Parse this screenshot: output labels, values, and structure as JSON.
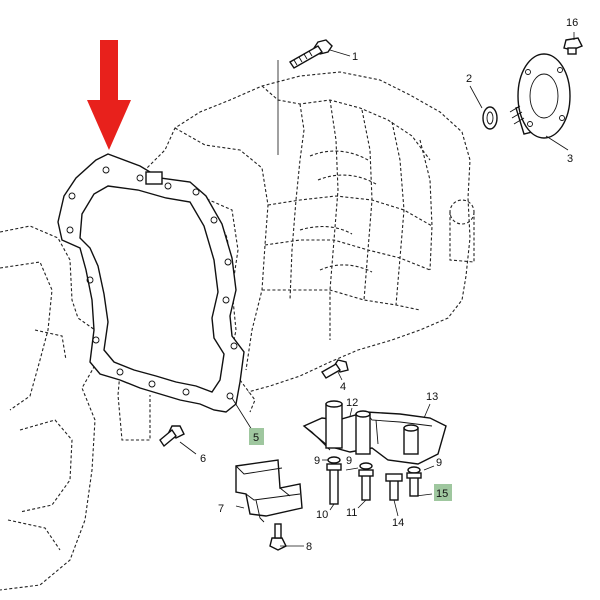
{
  "callouts": {
    "c1": "1",
    "c2": "2",
    "c3": "3",
    "c4": "4",
    "c5": "5",
    "c6": "6",
    "c7": "7",
    "c8": "8",
    "c9a": "9",
    "c9b": "9",
    "c9c": "9",
    "c10": "10",
    "c11": "11",
    "c12": "12",
    "c13": "13",
    "c14": "14",
    "c15": "15",
    "c16": "16"
  },
  "colors": {
    "arrow": "#e8211c",
    "highlight_box": "#9fc79f"
  },
  "icons": {
    "pointer": "down-arrow-icon"
  }
}
